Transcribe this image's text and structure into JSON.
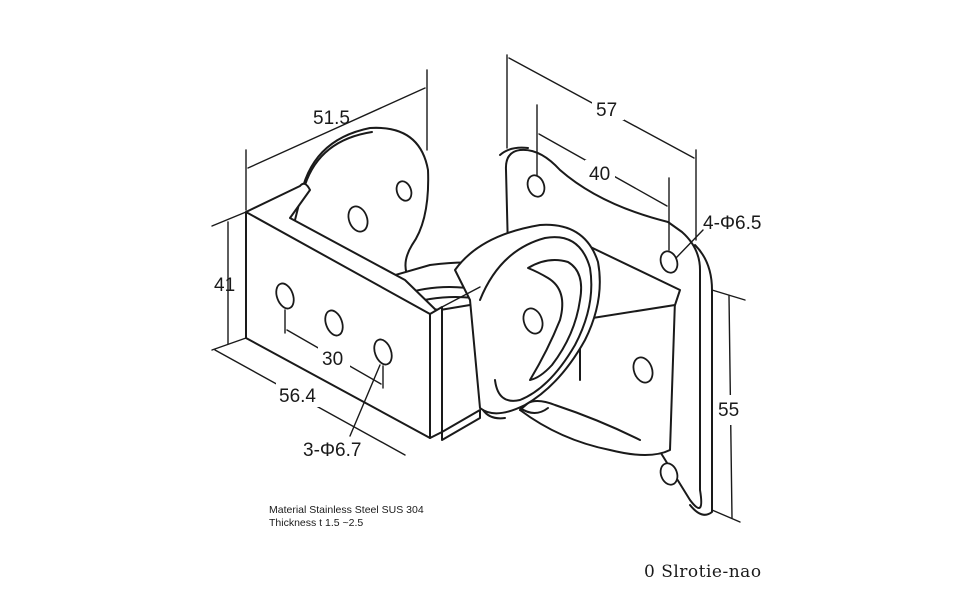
{
  "dimensions": {
    "width_top": "51.5",
    "depth_top": "57",
    "hole_spacing_plate": "40",
    "plate_holes": "4-Φ6.5",
    "height_front": "41",
    "hole_spacing_front": "30",
    "length_bottom": "56.4",
    "front_holes": "3-Φ6.7",
    "height_plate": "55"
  },
  "notes": {
    "material": "Material Stainless Steel SUS 304",
    "thickness": "Thickness t 1.5 ~2.5"
  },
  "brand": "0 Slrotie-nao"
}
